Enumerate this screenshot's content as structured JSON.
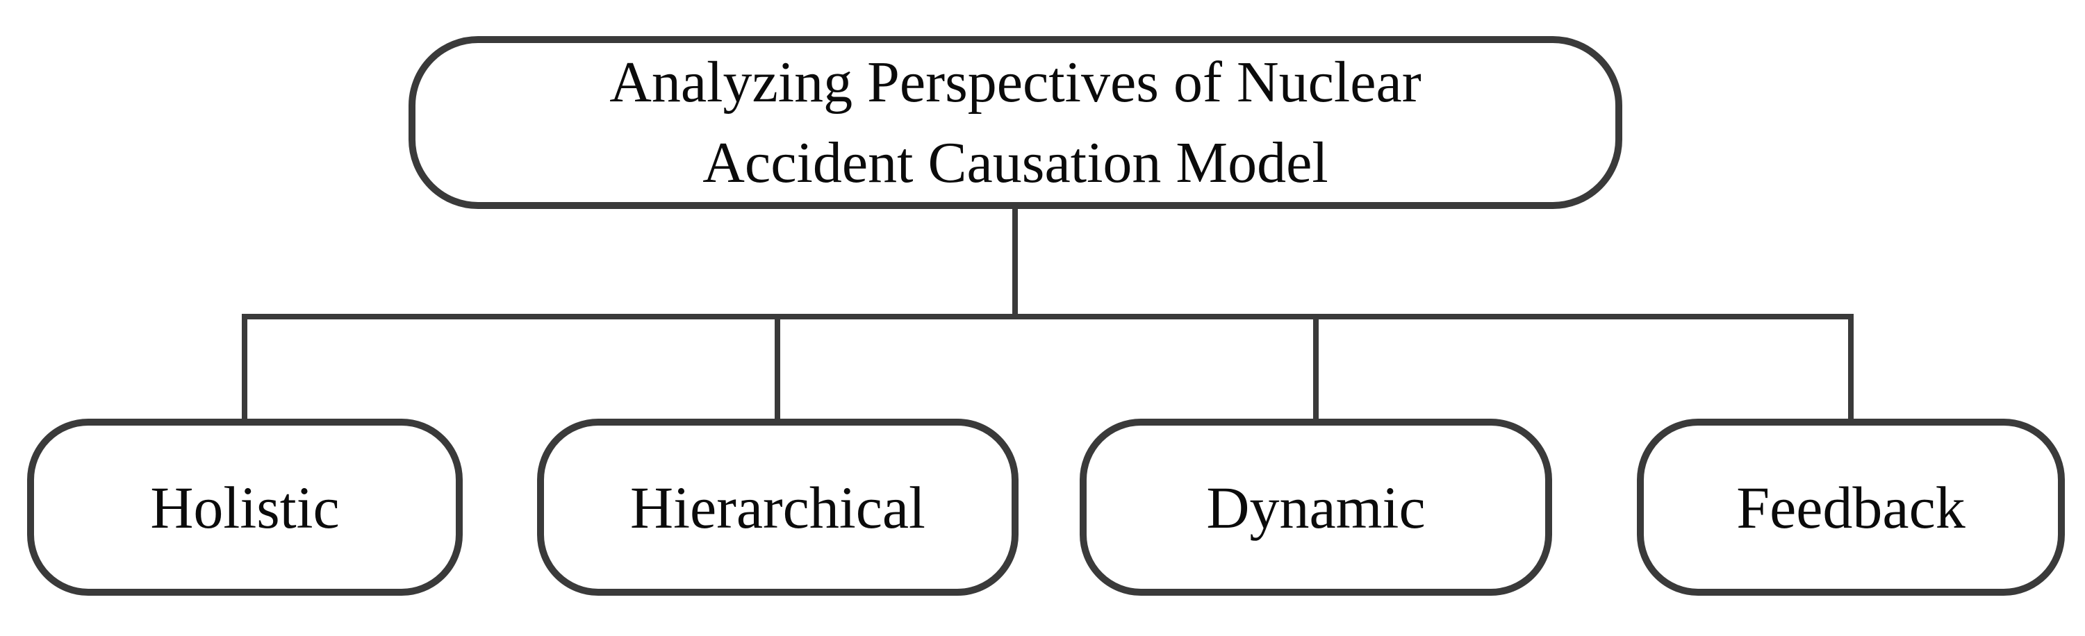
{
  "diagram": {
    "title": "Analyzing Perspectives of Nuclear Accident Causation Model",
    "root": {
      "label": "Analyzing Perspectives of Nuclear Accident Causation Model",
      "label_lines": [
        "Analyzing Perspectives of Nuclear",
        "Accident Causation Model"
      ]
    },
    "children": [
      {
        "label": "Holistic"
      },
      {
        "label": "Hierarchical"
      },
      {
        "label": "Dynamic"
      },
      {
        "label": "Feedback"
      }
    ],
    "connectors": {
      "type": "elbow",
      "from": "root",
      "to": [
        "Holistic",
        "Hierarchical",
        "Dynamic",
        "Feedback"
      ]
    },
    "colors": {
      "border": "#3a3a3a",
      "text": "#0b0b0b",
      "background": "#ffffff"
    }
  }
}
